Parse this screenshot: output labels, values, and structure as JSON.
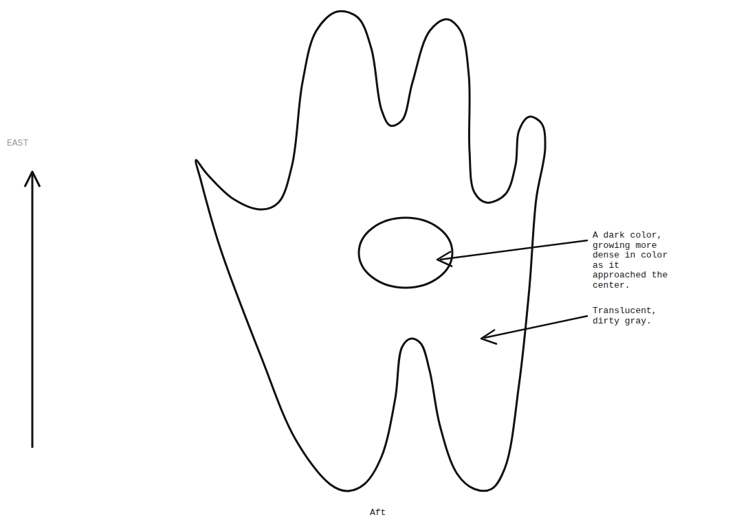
{
  "diagram": {
    "labels": [
      "EAST",
      "A dark color, growing more dense in color as it approached the center.",
      "Translucent, dirty gray.",
      "Aft"
    ]
  }
}
